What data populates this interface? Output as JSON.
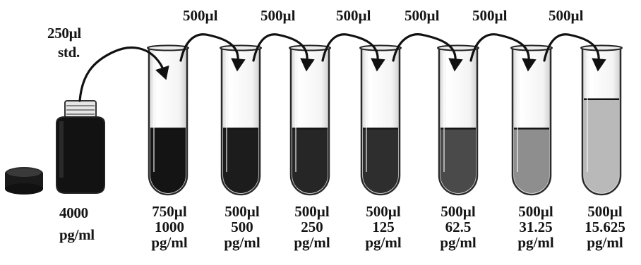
{
  "stock": {
    "addition": "250µl",
    "addition_sub": "std.",
    "concentration": "4000",
    "unit": "pg/ml"
  },
  "transfer_label": "500µl",
  "transfers": [
    "500µl",
    "500µl",
    "500µl",
    "500µl",
    "500µl",
    "500µl"
  ],
  "tubes": [
    {
      "volume": "750µl",
      "concentration": "1000",
      "unit": "pg/ml",
      "shade": "#141414",
      "fill_fraction": 0.45
    },
    {
      "volume": "500µl",
      "concentration": "500",
      "unit": "pg/ml",
      "shade": "#1c1c1c",
      "fill_fraction": 0.45
    },
    {
      "volume": "500µl",
      "concentration": "250",
      "unit": "pg/ml",
      "shade": "#262626",
      "fill_fraction": 0.45
    },
    {
      "volume": "500µl",
      "concentration": "125",
      "unit": "pg/ml",
      "shade": "#2e2e2e",
      "fill_fraction": 0.45
    },
    {
      "volume": "500µl",
      "concentration": "62.5",
      "unit": "pg/ml",
      "shade": "#4a4a4a",
      "fill_fraction": 0.45
    },
    {
      "volume": "500µl",
      "concentration": "31.25",
      "unit": "pg/ml",
      "shade": "#8e8e8e",
      "fill_fraction": 0.45
    },
    {
      "volume": "500µl",
      "concentration": "15.625",
      "unit": "pg/ml",
      "shade": "#b9b9b9",
      "fill_fraction": 0.65
    }
  ]
}
